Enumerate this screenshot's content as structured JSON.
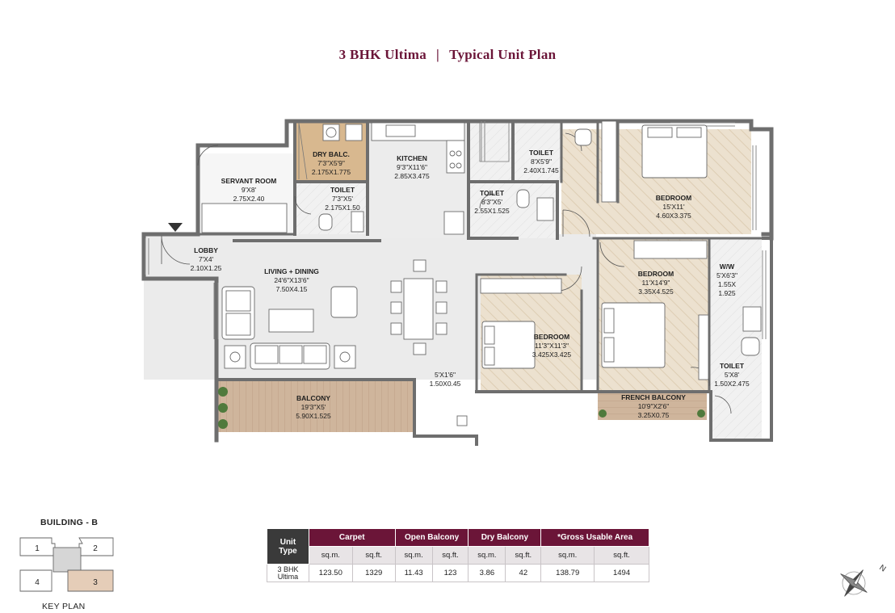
{
  "title": {
    "project": "3 BHK Ultima",
    "separator": "|",
    "subtitle": "Typical Unit Plan"
  },
  "rooms": {
    "dry_balcony": {
      "name": "DRY BALC.",
      "ft": "7'3\"X5'9\"",
      "m": "2.175X1.775"
    },
    "kitchen": {
      "name": "KITCHEN",
      "ft": "9'3\"X11'6\"",
      "m": "2.85X3.475"
    },
    "servant_room": {
      "name": "SERVANT ROOM",
      "ft": "9'X8'",
      "m": "2.75X2.40"
    },
    "servant_toilet": {
      "name": "TOILET",
      "ft": "7'3\"X5'",
      "m": "2.175X1.50"
    },
    "toilet_top": {
      "name": "TOILET",
      "ft": "8'X5'9\"",
      "m": "2.40X1.745"
    },
    "toilet_mid": {
      "name": "TOILET",
      "ft": "8'3\"X5'",
      "m": "2.55X1.525"
    },
    "master_bedroom": {
      "name": "BEDROOM",
      "ft": "15'X11'",
      "m": "4.60X3.375"
    },
    "lobby": {
      "name": "LOBBY",
      "ft": "7'X4'",
      "m": "2.10X1.25"
    },
    "living_dining": {
      "name": "LIVING + DINING",
      "ft": "24'6\"X13'6\"",
      "m": "7.50X4.15"
    },
    "bedroom_2": {
      "name": "BEDROOM",
      "ft": "11'X14'9\"",
      "m": "3.35X4.525"
    },
    "wardrobe": {
      "name": "W/W",
      "ft": "5'X6'3\"",
      "m1": "1.55X",
      "m2": "1.925"
    },
    "bedroom_3": {
      "name": "BEDROOM",
      "ft": "11'3\"X11'3\"",
      "m": "3.425X3.425"
    },
    "toilet_right": {
      "name": "TOILET",
      "ft": "5'X8'",
      "m": "1.50X2.475"
    },
    "duct": {
      "ft": "5'X1'6\"",
      "m": "1.50X0.45"
    },
    "balcony": {
      "name": "BALCONY",
      "ft": "19'3\"X5'",
      "m": "5.90X1.525"
    },
    "french_balcony": {
      "name": "FRENCH BALCONY",
      "ft": "10'9\"X2'6\"",
      "m": "3.25X0.75"
    }
  },
  "key_plan": {
    "building": "BUILDING - B",
    "caption": "KEY PLAN",
    "wings": [
      "1",
      "2",
      "4",
      "3"
    ]
  },
  "area_table": {
    "unit_header": [
      "Unit",
      "Type"
    ],
    "groups": [
      "Carpet",
      "Open Balcony",
      "Dry Balcony",
      "*Gross Usable Area"
    ],
    "units": [
      "sq.m.",
      "sq.ft."
    ],
    "row": {
      "unit_type": [
        "3 BHK",
        "Ultima"
      ],
      "carpet_sqm": "123.50",
      "carpet_sqft": "1329",
      "open_balcony_sqm": "11.43",
      "open_balcony_sqft": "123",
      "dry_balcony_sqm": "3.86",
      "dry_balcony_sqft": "42",
      "gross_sqm": "138.79",
      "gross_sqft": "1494"
    }
  },
  "compass": {
    "north": "N"
  },
  "colors": {
    "accent": "#6b1538",
    "floor_wood": "#e9dcc8",
    "floor_marble": "#ececec",
    "balcony_wood": "#cdb49b",
    "wall": "#6e6e6e"
  }
}
